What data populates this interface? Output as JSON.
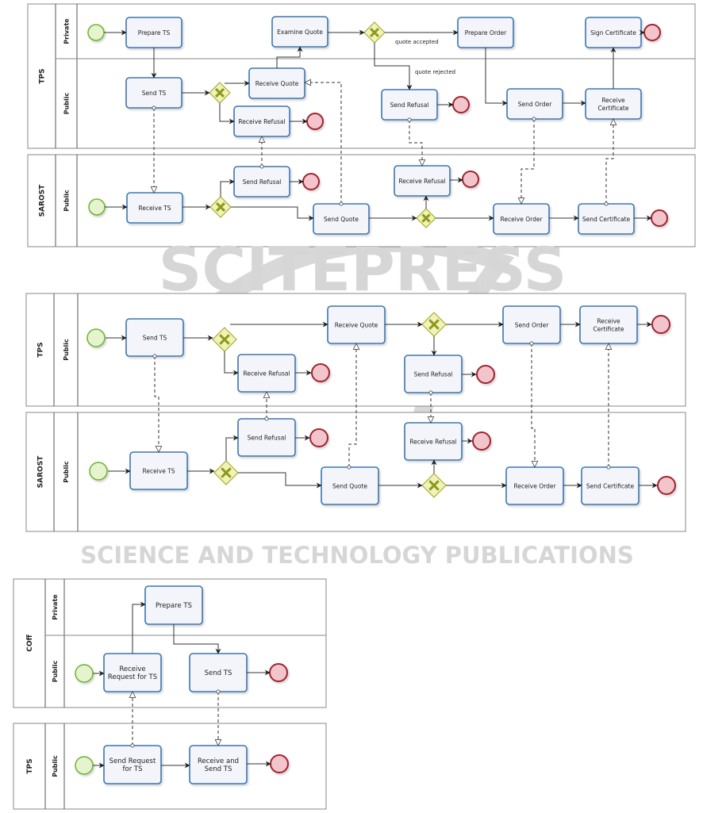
{
  "diagrams": [
    {
      "pools": [
        {
          "name": "TPS",
          "lanes": [
            "Private",
            "Public"
          ]
        },
        {
          "name": "SAROST",
          "lanes": [
            "Public"
          ]
        }
      ],
      "tasks": {
        "prepTS": "Prepare TS",
        "examQ": "Examine Quote",
        "prepOrder": "Prepare Order",
        "signCert": "Sign Certificate",
        "sendTS": "Send TS",
        "recvQuote": "Receive Quote",
        "recvRefusal1": "Receive Refusal",
        "sendRefusal1": "Send Refusal",
        "sendOrder": "Send Order",
        "recvCert": "Receive\nCertificate",
        "recvTS": "Receive TS",
        "sendRefusal2": "Send Refusal",
        "sendQuote": "Send Quote",
        "recvRefusal2": "Receive Refusal",
        "recvOrder": "Receive Order",
        "sendCert": "Send Certificate"
      },
      "edge_labels": {
        "accepted": "quote accepted",
        "rejected": "quote rejected"
      }
    },
    {
      "pools": [
        {
          "name": "TPS",
          "lanes": [
            "Public"
          ]
        },
        {
          "name": "SAROST",
          "lanes": [
            "Public"
          ]
        }
      ],
      "tasks": {
        "sendTS": "Send TS",
        "recvQuote": "Receive Quote",
        "recvRefusal1": "Receive Refusal",
        "sendOrder": "Send Order",
        "recvCert": "Receive\nCertificate",
        "sendRefusal1": "Send Refusal",
        "recvTS": "Receive TS",
        "sendRefusal2": "Send Refusal",
        "sendQuote": "Send Quote",
        "recvRefusal2": "Receive Refusal",
        "recvOrder": "Receive Order",
        "sendCert": "Send Certificate"
      }
    },
    {
      "pools": [
        {
          "name": "COff",
          "lanes": [
            "Private",
            "Public"
          ]
        },
        {
          "name": "TPS",
          "lanes": [
            "Public"
          ]
        }
      ],
      "tasks": {
        "recvReq": "Receive\nRequest for TS",
        "prepTS": "Prepare TS",
        "sendTS": "Send TS",
        "sendReq": "Send Request\nfor TS",
        "recvSend": "Receive and\nSend TS"
      }
    }
  ],
  "watermark": {
    "brand": "SCITEPRESS",
    "tagline": "SCIENCE AND TECHNOLOGY PUBLICATIONS"
  },
  "colors": {
    "task_border": "#3d76b0",
    "start": "#6cb32e",
    "end": "#a3202e",
    "gateway": "#a8ad32"
  }
}
